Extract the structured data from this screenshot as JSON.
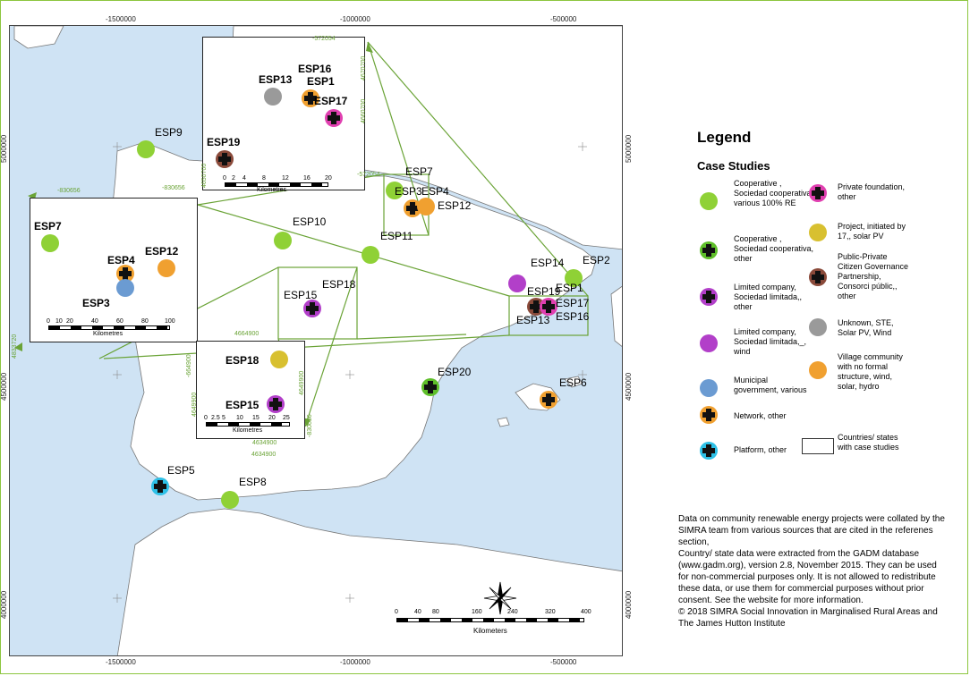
{
  "map": {
    "coords_top": [
      "-1500000",
      "-1000000",
      "-500000"
    ],
    "coords_bottom": [
      "-1500000",
      "-1000000",
      "-500000"
    ],
    "coords_left": [
      "5000000",
      "4500000",
      "4000000"
    ],
    "coords_right": [
      "5000000",
      "4500000",
      "4000000"
    ],
    "green_coords": [
      "-572054",
      "4670700",
      "4660700",
      "-830656",
      "-572054",
      "4650700",
      "4833720",
      "4833720",
      "4664900",
      "-664900",
      "4649900",
      "4649900",
      "4634900",
      "4634900",
      "-830656"
    ],
    "sites": [
      "ESP9",
      "ESP10",
      "ESP11",
      "ESP7",
      "ESP3",
      "ESP4",
      "ESP12",
      "ESP14",
      "ESP2",
      "ESP19",
      "ESP1",
      "ESP17",
      "ESP13",
      "ESP16",
      "ESP15",
      "ESP18",
      "ESP20",
      "ESP6",
      "ESP5",
      "ESP8"
    ],
    "scale_main": {
      "labels": [
        "0",
        "40",
        "80",
        "160",
        "240",
        "320",
        "400"
      ],
      "unit": "Kilometers"
    }
  },
  "inset_top": {
    "sites": [
      "ESP13",
      "ESP16",
      "ESP1",
      "ESP17",
      "ESP19"
    ],
    "scale": {
      "labels": [
        "0",
        "2",
        "4",
        "8",
        "12",
        "16",
        "20"
      ],
      "unit": "Kilometres"
    }
  },
  "inset_left": {
    "sites": [
      "ESP7",
      "ESP4",
      "ESP12",
      "ESP3"
    ],
    "scale": {
      "labels": [
        "0",
        "10",
        "20",
        "40",
        "60",
        "80",
        "100"
      ],
      "unit": "Kilometres"
    }
  },
  "inset_mid": {
    "sites": [
      "ESP18",
      "ESP15"
    ],
    "scale": {
      "labels": [
        "0",
        "2.5",
        "5",
        "10",
        "15",
        "20",
        "25"
      ],
      "unit": "Kilometres"
    }
  },
  "legend": {
    "title": "Legend",
    "subtitle": "Case Studies",
    "items": [
      {
        "label": "Cooperative , Sociedad cooperativa, various 100% RE",
        "color": "#8fd136"
      },
      {
        "label": "Cooperative , Sociedad cooperativa, other",
        "color": "#5fbf2a"
      },
      {
        "label": "Limited company, Sociedad limitada,, other",
        "color": "#b23fc9"
      },
      {
        "label": "Limited company, Sociedad limitada,_, wind",
        "color": "#b23fc9"
      },
      {
        "label": "Municipal government, various",
        "color": "#6b9bd2"
      },
      {
        "label": "Network, other",
        "color": "#f0a030"
      },
      {
        "label": "Platform, other",
        "color": "#2ec0e6"
      },
      {
        "label": "Private foundation, other",
        "color": "#e040b0"
      },
      {
        "label": "Project, initiated by 17,, solar PV",
        "color": "#d8c030"
      },
      {
        "label": "Public-Private Citizen Governance Partnership, Consorci públic,, other",
        "color": "#8a4a3a"
      },
      {
        "label": "Unknown, STE, Solar PV, Wind",
        "color": "#9a9a9a"
      },
      {
        "label": "Village community with no formal structure, wind, solar, hydro",
        "color": "#f0a030"
      },
      {
        "label": "Countries/ states with case studies",
        "color": "#ffffff"
      }
    ]
  },
  "notes": [
    "Data on community renewable energy projects were collated by the SIMRA team from various sources that are cited in the referenes section,",
    "Country/ state data were extracted from the GADM database (www.gadm.org), version 2.8, November 2015. They can be used for non-commercial purposes only.  It is not allowed to redistribute these data, or use them for commercial purposes without prior consent. See the website for more information.",
    "© 2018 SIMRA Social Innovation in Marginalised Rural Areas and The James Hutton Institute"
  ]
}
